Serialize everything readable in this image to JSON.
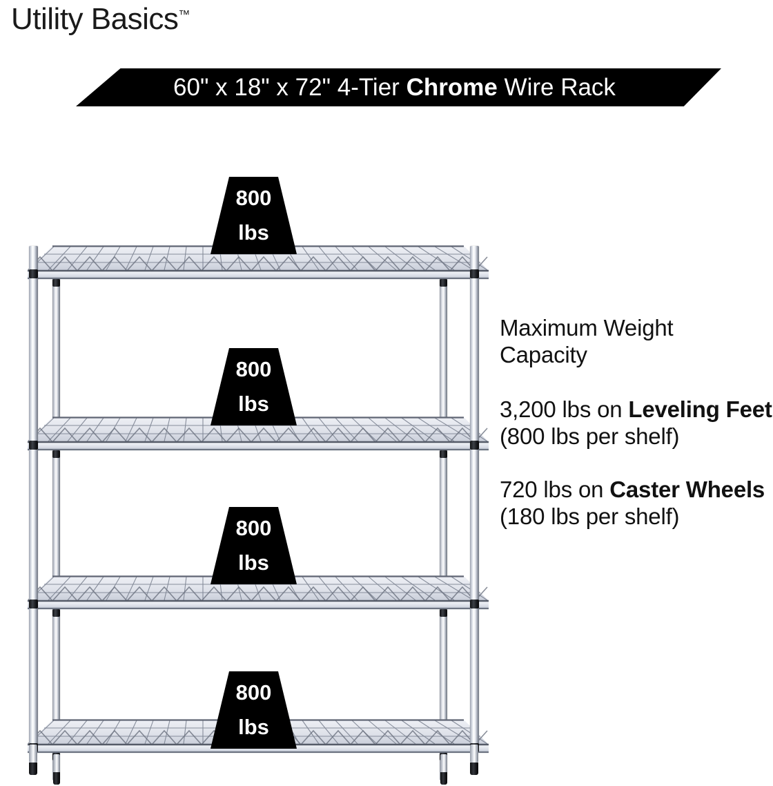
{
  "brand": {
    "name": "Utility Basics",
    "trademark": "™"
  },
  "banner": {
    "text_before": "60\" x 18\" x 72\" 4-Tier ",
    "text_bold": "Chrome",
    "text_after": " Wire Rack",
    "background_color": "#000000",
    "text_color": "#ffffff"
  },
  "copy": {
    "heading_line1": "Maximum Weight",
    "heading_line2": "Capacity",
    "para1": {
      "lead": "3,200 lbs on ",
      "bold": "Leveling Feet",
      "tail": " (800 lbs per shelf)"
    },
    "para2": {
      "lead": "720 lbs on ",
      "bold": "Caster Wheels",
      "tail": " (180 lbs per shelf)"
    }
  },
  "product": {
    "type": "4-tier chrome wire shelving rack",
    "tiers": 4,
    "chrome_light": "#f2f4f8",
    "chrome_mid": "#c3c8d4",
    "chrome_dark": "#6a707d",
    "collar_color": "#101114"
  },
  "callouts": [
    {
      "number": "800",
      "unit": "lbs",
      "shelf": 1
    },
    {
      "number": "800",
      "unit": "lbs",
      "shelf": 2
    },
    {
      "number": "800",
      "unit": "lbs",
      "shelf": 3
    },
    {
      "number": "800",
      "unit": "lbs",
      "shelf": 4
    }
  ]
}
